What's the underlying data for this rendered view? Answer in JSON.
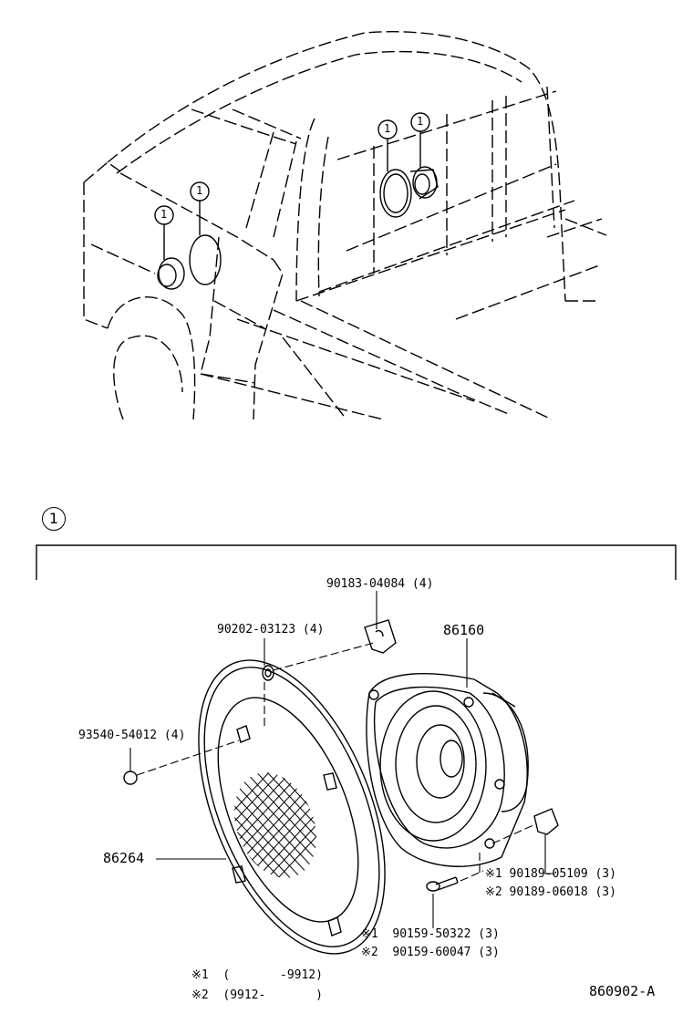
{
  "callout_number": "1",
  "section_marker": "1",
  "parts": {
    "screw_top": "90183-04084 (4)",
    "washer": "90202-03123 (4)",
    "speaker": "86160",
    "nut_clip": "93540-54012 (4)",
    "grille": "86264",
    "nut_a": "※1 90189-05109 (3)",
    "nut_b": "※2 90189-06018 (3)",
    "bolt_a": "※1  90159-50322 (3)",
    "bolt_b": "※2  90159-60047 (3)"
  },
  "notes": {
    "note1": "※1  (       -9912)",
    "note2": "※2  (9912-       )"
  },
  "diagram_id": "860902-A"
}
